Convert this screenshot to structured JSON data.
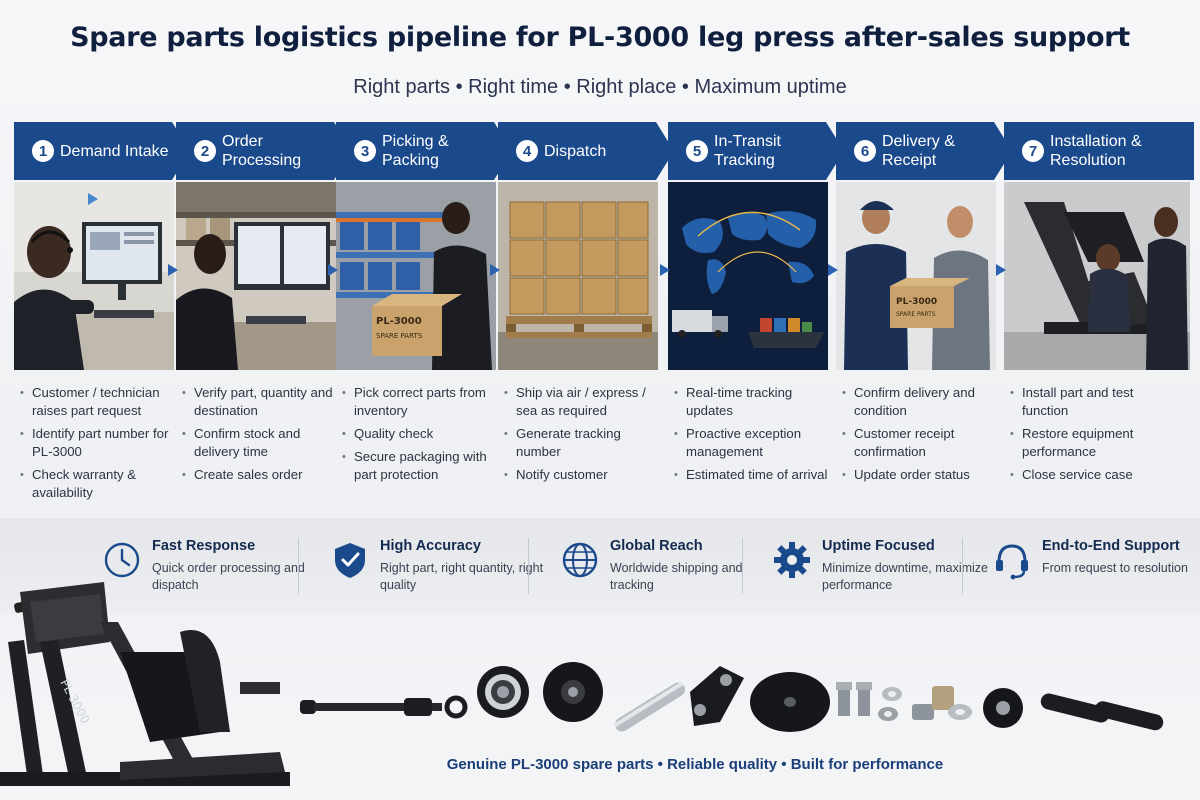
{
  "title": "Spare parts logistics pipeline for  PL-3000 leg press after-sales support",
  "subtitle": "Right parts • Right time • Right place • Maximum uptime",
  "steps": [
    {
      "num": "1",
      "title": "Demand Intake",
      "bullets": [
        "Customer / technician raises part request",
        "Identify part number for PL-3000",
        "Check warranty & availability"
      ]
    },
    {
      "num": "2",
      "title": "Order Processing",
      "bullets": [
        "Verify part, quantity and destination",
        "Confirm stock and delivery time",
        "Create sales order"
      ]
    },
    {
      "num": "3",
      "title": "Picking & Packing",
      "bullets": [
        "Pick correct parts from inventory",
        "Quality check",
        "Secure packaging with part protection"
      ],
      "box_label": "PL-3000\nSPARE PARTS"
    },
    {
      "num": "4",
      "title": "Dispatch",
      "bullets": [
        "Ship via air / express / sea as required",
        "Generate tracking number",
        "Notify customer"
      ]
    },
    {
      "num": "5",
      "title": "In-Transit Tracking",
      "bullets": [
        "Real-time tracking updates",
        "Proactive exception management",
        "Estimated time of arrival"
      ]
    },
    {
      "num": "6",
      "title": "Delivery & Receipt",
      "bullets": [
        "Confirm delivery and condition",
        "Customer receipt confirmation",
        "Update order status"
      ]
    },
    {
      "num": "7",
      "title": "Installation & Resolution",
      "bullets": [
        "Install part and test function",
        "Restore equipment performance",
        "Close service case"
      ]
    }
  ],
  "box_label_pack": "PL-3000",
  "box_label_pack2": "SPARE PARTS",
  "box_label_delivery": "PL-3000",
  "box_label_delivery2": "SPARE PARTS",
  "features": [
    {
      "icon": "clock-icon",
      "title": "Fast Response",
      "desc": "Quick order processing and dispatch"
    },
    {
      "icon": "shield-check-icon",
      "title": "High Accuracy",
      "desc": "Right part, right quantity, right quality"
    },
    {
      "icon": "globe-icon",
      "title": "Global Reach",
      "desc": "Worldwide shipping and tracking"
    },
    {
      "icon": "gear-icon",
      "title": "Uptime Focused",
      "desc": "Minimize downtime, maximize performance"
    },
    {
      "icon": "headset-icon",
      "title": "End-to-End Support",
      "desc": "From request to resolution"
    }
  ],
  "machine_label": "PL 3000",
  "footer": "Genuine PL-3000 spare parts • Reliable quality • Built for performance",
  "colors": {
    "brand": "#1b4a8c",
    "accent": "#2a62b0"
  }
}
